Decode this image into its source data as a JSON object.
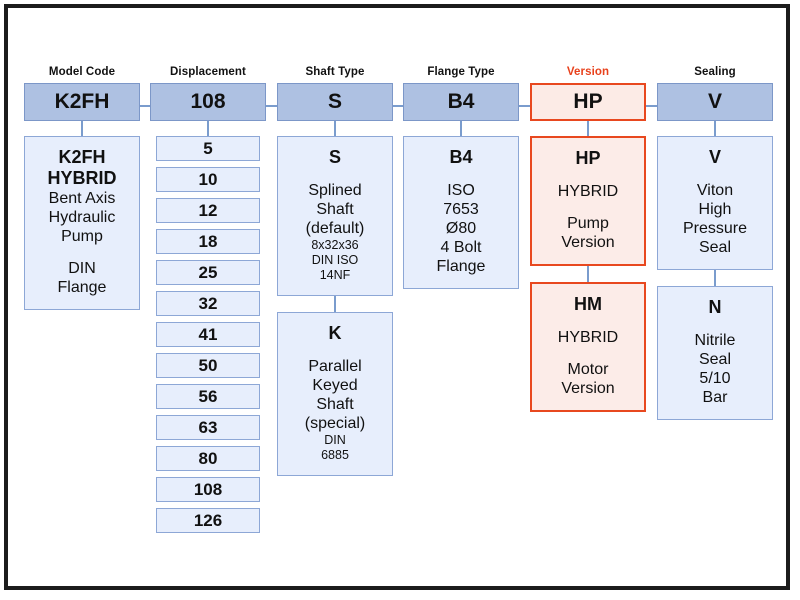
{
  "diagram": {
    "title_accent_color": "#e8481f",
    "header_fill": "#aec1e2",
    "option_fill": "#e7eefc",
    "accent_fill": "#fcece8",
    "connector_color": "#7a9ccd"
  },
  "columns": [
    {
      "key": "model-code",
      "header": "Model Code",
      "code": "K2FH",
      "accent": false,
      "options": [
        {
          "title": "K2FH",
          "title2": "HYBRID",
          "lines": [
            "Bent Axis",
            "Hydraulic",
            "Pump"
          ],
          "gap": true,
          "lines2": [
            "DIN",
            "Flange"
          ],
          "small": []
        }
      ]
    },
    {
      "key": "displacement",
      "header": "Displacement",
      "code": "108",
      "accent": false,
      "values": [
        "5",
        "10",
        "12",
        "18",
        "25",
        "32",
        "41",
        "50",
        "56",
        "63",
        "80",
        "108",
        "126"
      ]
    },
    {
      "key": "shaft-type",
      "header": "Shaft Type",
      "code": "S",
      "accent": false,
      "options": [
        {
          "title": "S",
          "lines": [
            "Splined",
            "Shaft",
            "(default)"
          ],
          "small": [
            "8x32x36",
            "DIN ISO",
            "14NF"
          ]
        },
        {
          "title": "K",
          "lines": [
            "Parallel",
            "Keyed",
            "Shaft",
            "(special)"
          ],
          "small": [
            "DIN",
            "6885"
          ]
        }
      ]
    },
    {
      "key": "flange-type",
      "header": "Flange Type",
      "code": "B4",
      "accent": false,
      "options": [
        {
          "title": "B4",
          "lines": [
            "ISO",
            "7653",
            "Ø80",
            "4 Bolt",
            "Flange"
          ],
          "small": []
        }
      ]
    },
    {
      "key": "version",
      "header": "Version",
      "code": "HP",
      "accent": true,
      "options": [
        {
          "title": "HP",
          "lines": [
            "HYBRID",
            "",
            "Pump",
            "Version"
          ],
          "small": []
        },
        {
          "title": "HM",
          "lines": [
            "HYBRID",
            "",
            "Motor",
            "Version"
          ],
          "small": []
        }
      ]
    },
    {
      "key": "sealing",
      "header": "Sealing",
      "code": "V",
      "accent": false,
      "options": [
        {
          "title": "V",
          "lines": [
            "Viton",
            "High",
            "Pressure",
            "Seal"
          ],
          "small": []
        },
        {
          "title": "N",
          "lines": [
            "Nitrile",
            "Seal",
            "5/10",
            "Bar"
          ],
          "small": []
        }
      ]
    }
  ]
}
